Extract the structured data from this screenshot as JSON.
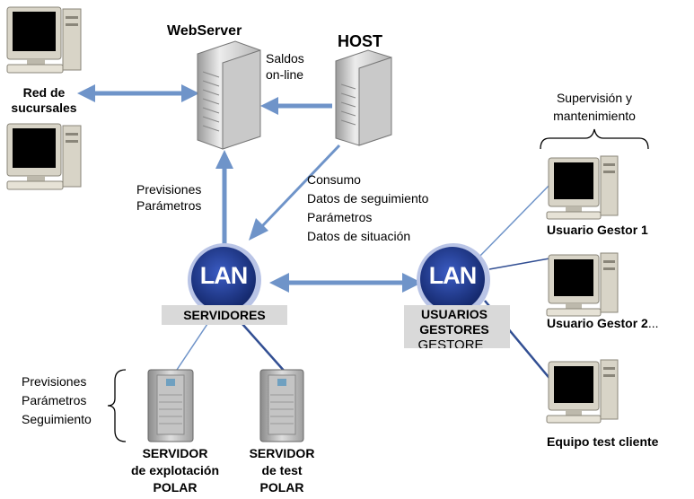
{
  "colors": {
    "arrow": "#6f94c9",
    "lan_fill": "#1f3a93",
    "lan_ring": "#b9c4e6",
    "label_bg": "#d9d9d9",
    "monitor": "#d8d4c7",
    "screen": "#000000"
  },
  "labels": {
    "webserver": "WebServer",
    "host": "HOST",
    "saldos_line1": "Saldos",
    "saldos_line2": "on-line",
    "red_line1": "Red de",
    "red_line2": "sucursales",
    "supervision_line1": "Supervisión y",
    "supervision_line2": "mantenimiento",
    "previsiones_top_line1": "Previsiones",
    "previsiones_top_line2": "Parámetros",
    "consumo_lines": [
      "Consumo",
      "Datos de seguimiento",
      "Parámetros",
      "Datos de situación"
    ],
    "usuario_gestor_1": "Usuario Gestor 1",
    "usuario_gestor_2": "Usuario Gestor 2",
    "usuario_gestor_2_ellipsis": "...",
    "equipo_test": "Equipo test cliente",
    "lan_left": "LAN",
    "lan_right": "LAN",
    "servidores": "SERVIDORES",
    "usuarios_line1": "USUARIOS",
    "usuarios_line2": "GESTORES",
    "gestores_ghost": "GESTORE",
    "bottom_left_line1": "Previsiones",
    "bottom_left_line2": "Parámetros",
    "bottom_left_line3": "Seguimiento",
    "servidor_expl_line1": "SERVIDOR",
    "servidor_expl_line2": "de explotación",
    "servidor_expl_line3": "POLAR",
    "servidor_test_line1": "SERVIDOR",
    "servidor_test_line2": "de test",
    "servidor_test_line3": "POLAR"
  }
}
